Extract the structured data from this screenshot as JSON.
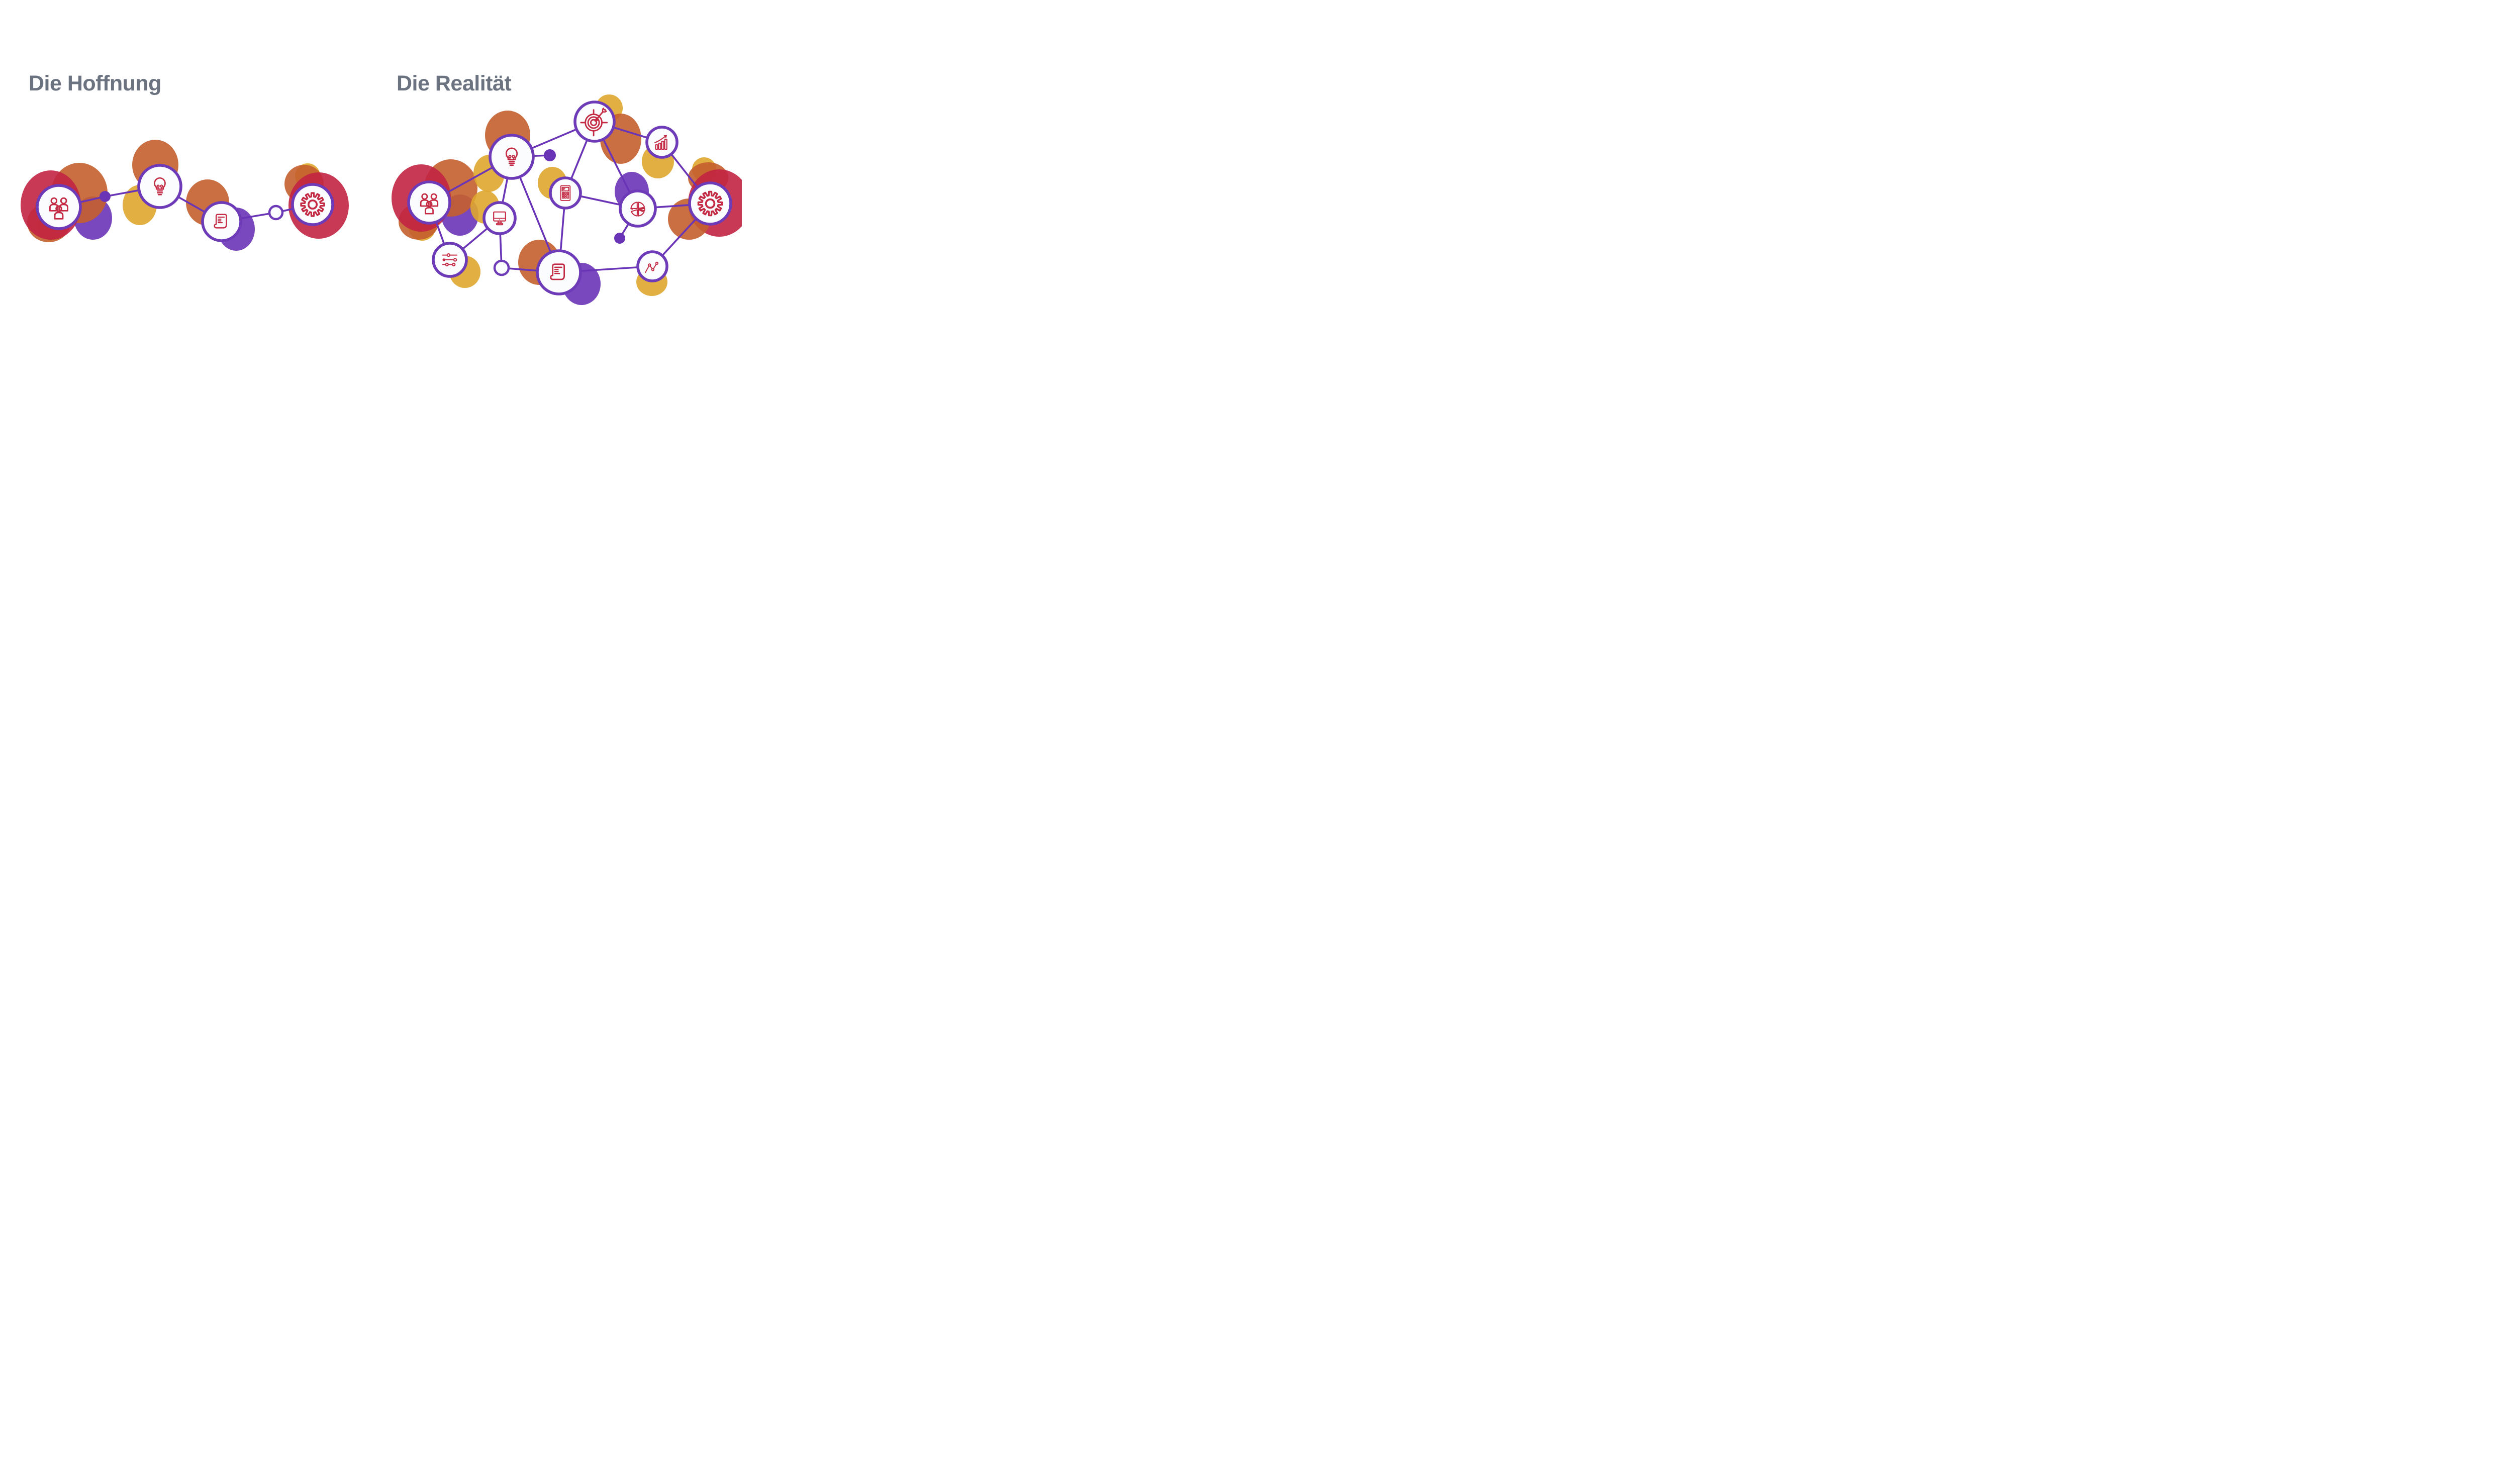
{
  "palette": {
    "crimson": "#c22443",
    "orange": "#c45f2e",
    "gold": "#dfa62e",
    "purple": "#6a34b7",
    "icon_red": "#c42a44",
    "node_fill": "#fbfcfd",
    "node_border": "#6d3ab8",
    "edge": "#6a34b7",
    "title_color": "#6b7280",
    "background": "#ffffff"
  },
  "left_diagram": {
    "title": "Die Hoffnung",
    "nodes": [
      {
        "id": "team",
        "icon": "team-icon"
      },
      {
        "id": "bulb",
        "icon": "lightbulb-icon"
      },
      {
        "id": "scroll",
        "icon": "document-icon"
      },
      {
        "id": "gear",
        "icon": "gear-icon"
      }
    ],
    "connectors": [
      {
        "id": "d0",
        "type": "filled-dot"
      },
      {
        "id": "r0",
        "type": "ring-dot"
      }
    ],
    "edges": [
      [
        "team",
        "d0"
      ],
      [
        "d0",
        "bulb"
      ],
      [
        "bulb",
        "scroll"
      ],
      [
        "scroll",
        "r0"
      ],
      [
        "r0",
        "gear"
      ]
    ]
  },
  "right_diagram": {
    "title": "Die Realität",
    "nodes": [
      {
        "id": "team",
        "icon": "team-icon"
      },
      {
        "id": "bulb",
        "icon": "lightbulb-icon"
      },
      {
        "id": "target",
        "icon": "target-icon"
      },
      {
        "id": "growth",
        "icon": "growth-chart-icon"
      },
      {
        "id": "calc",
        "icon": "calculator-icon"
      },
      {
        "id": "pie",
        "icon": "pie-chart-icon"
      },
      {
        "id": "gear",
        "icon": "gear-icon"
      },
      {
        "id": "monitor",
        "icon": "monitor-icon"
      },
      {
        "id": "sliders",
        "icon": "sliders-icon"
      },
      {
        "id": "scroll",
        "icon": "document-icon"
      },
      {
        "id": "chart",
        "icon": "line-chart-icon"
      }
    ],
    "connectors": [
      {
        "id": "d0",
        "type": "filled-dot"
      },
      {
        "id": "d1",
        "type": "filled-dot"
      },
      {
        "id": "r0",
        "type": "ring-dot"
      }
    ],
    "edges": [
      [
        "team",
        "bulb"
      ],
      [
        "team",
        "sliders"
      ],
      [
        "sliders",
        "monitor"
      ],
      [
        "monitor",
        "bulb"
      ],
      [
        "monitor",
        "r0"
      ],
      [
        "r0",
        "scroll"
      ],
      [
        "bulb",
        "d0"
      ],
      [
        "bulb",
        "target"
      ],
      [
        "bulb",
        "scroll"
      ],
      [
        "target",
        "calc"
      ],
      [
        "target",
        "growth"
      ],
      [
        "target",
        "pie"
      ],
      [
        "calc",
        "pie"
      ],
      [
        "calc",
        "scroll"
      ],
      [
        "pie",
        "gear"
      ],
      [
        "pie",
        "d1"
      ],
      [
        "growth",
        "gear"
      ],
      [
        "scroll",
        "chart"
      ],
      [
        "chart",
        "gear"
      ]
    ]
  }
}
